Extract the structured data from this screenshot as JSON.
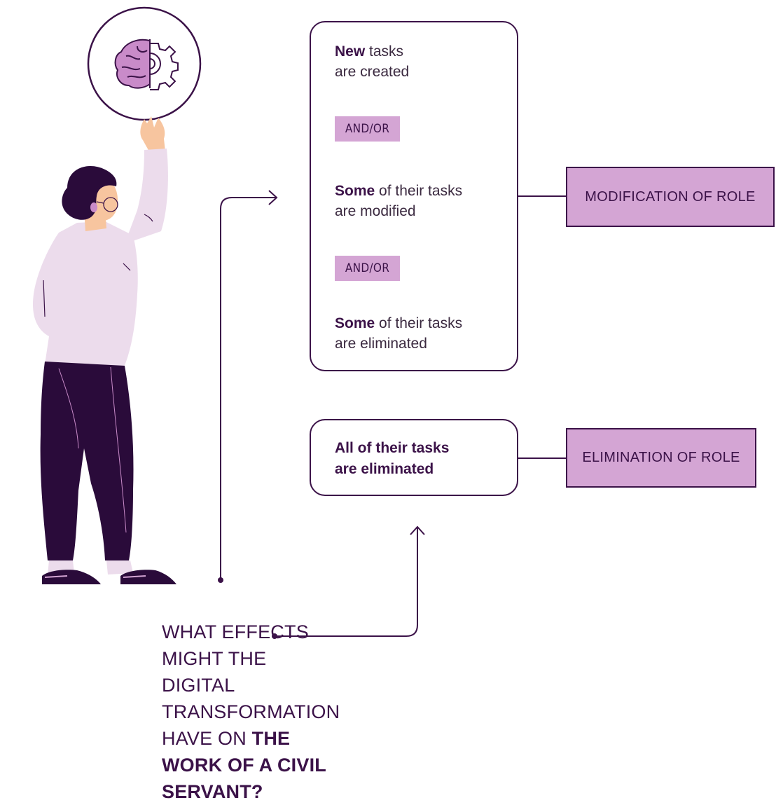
{
  "tasks": {
    "new_bold": "New",
    "new_rest_1": " tasks",
    "new_rest_2": "are created",
    "modified_bold": "Some",
    "modified_rest_1": " of their tasks",
    "modified_rest_2": "are modified",
    "eliminated_bold": "Some",
    "eliminated_rest_1": " of their tasks",
    "eliminated_rest_2": "are eliminated",
    "andor_1": "AND/OR",
    "andor_2": "AND/OR",
    "all_line_1": "All of their tasks",
    "all_line_2": "are eliminated"
  },
  "results": {
    "modification": "MODIFICATION OF ROLE",
    "elimination": "ELIMINATION OF ROLE"
  },
  "question": {
    "line_1": "WHAT EFFECTS MIGHT THE DIGITAL",
    "line_2_normal": "TRANSFORMATION HAVE ON ",
    "line_2_strong": "THE",
    "line_3_strong": "WORK OF A CIVIL SERVANT?"
  },
  "colors": {
    "dark_purple": "#3b1248",
    "accent_purple": "#d4a5d4",
    "light_lilac": "#ecdcec",
    "skin": "#f7c59f"
  },
  "icons": {
    "central_icon": "brain-gear-icon"
  }
}
